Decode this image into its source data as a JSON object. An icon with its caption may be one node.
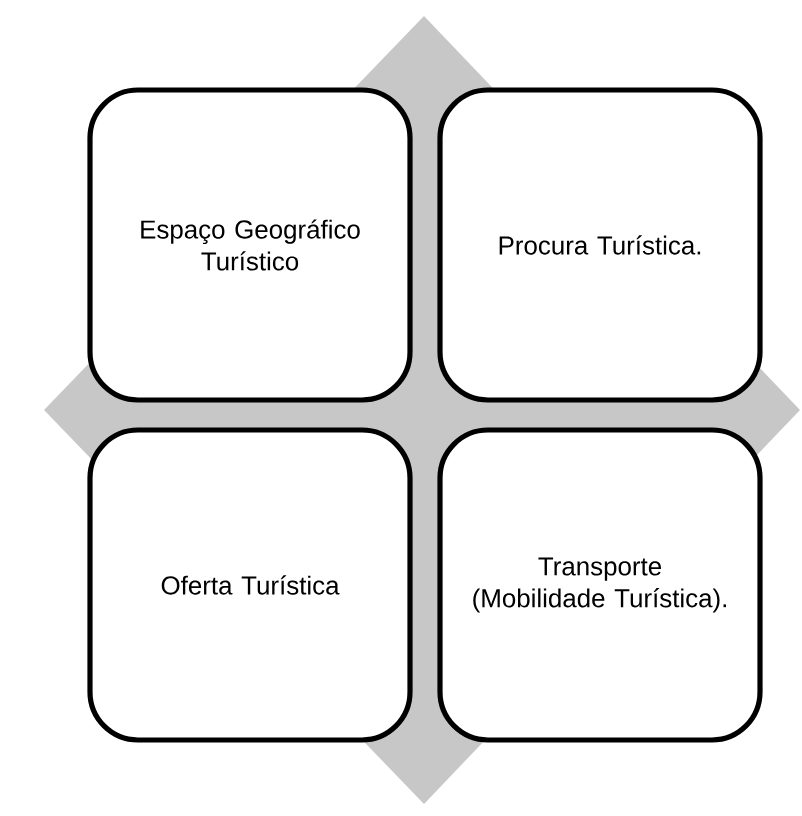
{
  "diagram": {
    "nodes": [
      {
        "text": [
          "Espaço Geográfico Turístico"
        ]
      },
      {
        "text": [
          "Procura Turística."
        ]
      },
      {
        "text": [
          "Oferta Turística"
        ]
      },
      {
        "text": [
          "Transporte (Mobilidade Turística)."
        ]
      }
    ]
  }
}
